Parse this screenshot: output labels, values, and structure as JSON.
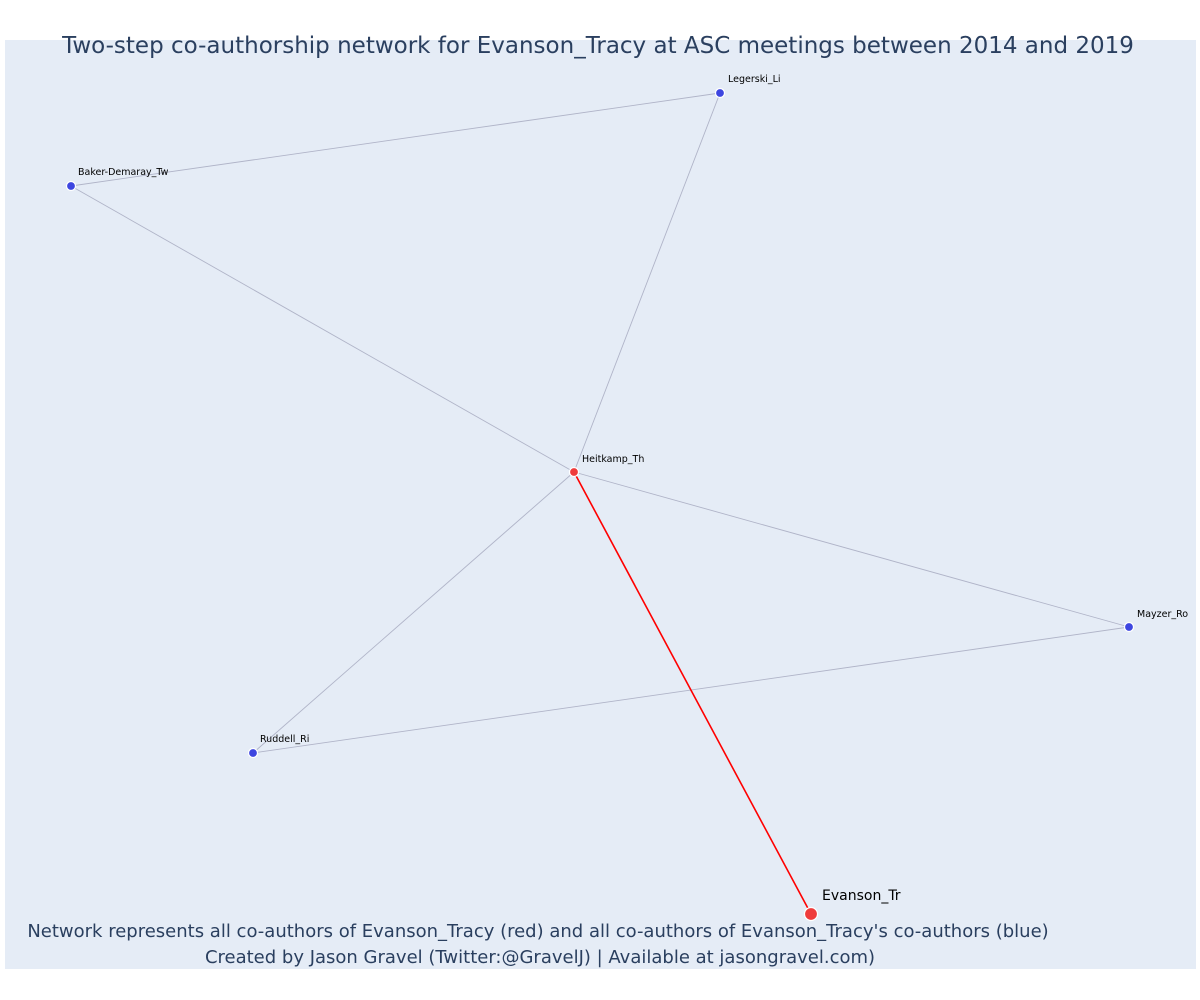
{
  "title": "Two-step co-authorship network for Evanson_Tracy at ASC meetings between 2014 and 2019",
  "caption": {
    "line1": "Network represents all co-authors of Evanson_Tracy (red) and all co-authors of Evanson_Tracy's co-authors (blue)",
    "line2": "Created by Jason Gravel (Twitter:@GravelJ) | Available at jasongravel.com)"
  },
  "colors": {
    "background": "#e5ecf6",
    "title_text": "#2a3f5f",
    "first_degree_node": "#ef3b3b",
    "second_degree_node": "#3d46e0",
    "ego_edge": "#ff0000",
    "other_edge": "#b0b4c8"
  },
  "chart_data": {
    "type": "network",
    "nodes": [
      {
        "id": "Legerski_Li",
        "label": "Legerski_Li",
        "group": "co-author-of-co-author",
        "color": "blue"
      },
      {
        "id": "Baker-Demaray_Tw",
        "label": "Baker-Demaray_Tw",
        "group": "co-author-of-co-author",
        "color": "blue"
      },
      {
        "id": "Heitkamp_Th",
        "label": "Heitkamp_Th",
        "group": "co-author",
        "color": "red"
      },
      {
        "id": "Mayzer_Ro",
        "label": "Mayzer_Ro",
        "group": "co-author-of-co-author",
        "color": "blue"
      },
      {
        "id": "Ruddell_Ri",
        "label": "Ruddell_Ri",
        "group": "co-author-of-co-author",
        "color": "blue"
      },
      {
        "id": "Evanson_Tr",
        "label": "Evanson_Tr",
        "group": "focal-author",
        "color": "red"
      }
    ],
    "edges": [
      {
        "source": "Baker-Demaray_Tw",
        "target": "Legerski_Li"
      },
      {
        "source": "Baker-Demaray_Tw",
        "target": "Heitkamp_Th"
      },
      {
        "source": "Legerski_Li",
        "target": "Heitkamp_Th"
      },
      {
        "source": "Heitkamp_Th",
        "target": "Mayzer_Ro"
      },
      {
        "source": "Heitkamp_Th",
        "target": "Ruddell_Ri"
      },
      {
        "source": "Ruddell_Ri",
        "target": "Mayzer_Ro"
      },
      {
        "source": "Heitkamp_Th",
        "target": "Evanson_Tr",
        "highlight": true
      }
    ]
  }
}
